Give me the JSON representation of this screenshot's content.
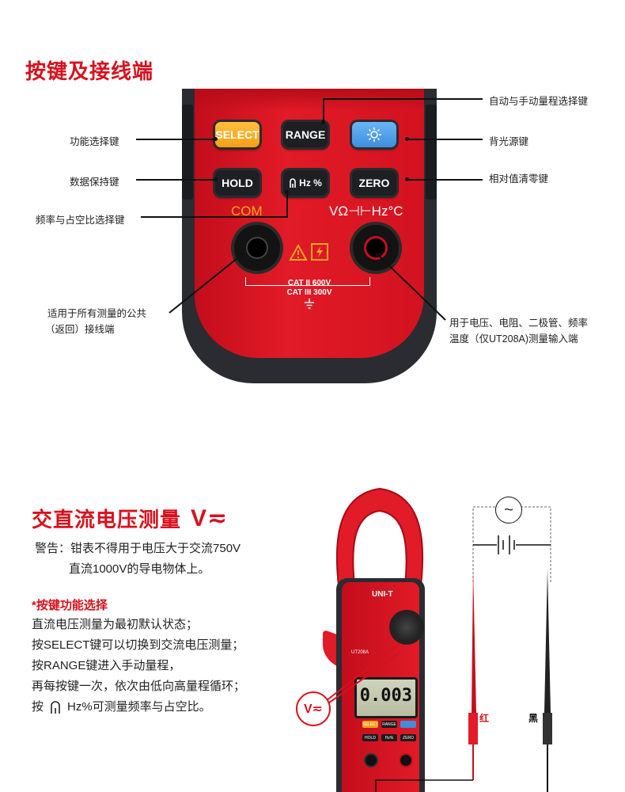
{
  "section1": {
    "title": "按键及接线端",
    "keys": {
      "select": "SELECT",
      "range": "RANGE",
      "hold": "HOLD",
      "hz": "Hz %",
      "zero": "ZERO",
      "light_icon": "sun-icon"
    },
    "com_label": "COM",
    "input_label": "VΩ⊣⊢Hz°C",
    "cat_line1": "CAT II 600V",
    "cat_line2": "CAT III 300V",
    "callouts": {
      "auto_manual_range": "自动与手动量程选择键",
      "function_select": "功能选择键",
      "backlight": "背光源键",
      "data_hold": "数据保持键",
      "relative_zero": "相对值清零键",
      "freq_duty": "频率与占空比选择键",
      "com_line1": "适用于所有测量的公共",
      "com_line2": "（返回）接线端",
      "input_line1": "用于电压、电阻、二极管、频率",
      "input_line2": "温度（仅UT208A)测量输入端"
    }
  },
  "section2": {
    "title": "交直流电压测量",
    "title_symbol": "V≂",
    "warning_label": "警告：",
    "warning_line1": "钳表不得用于电压大于交流750V",
    "warning_line2": "直流1000V的导电物体上。",
    "subheading": "*按键功能选择",
    "lines": [
      "直流电压测量为最初默认状态；",
      "按SELECT键可以切换到交流电压测量；",
      "按RANGE键进入手动量程，",
      "再每按键一次，依次由低向高量程循环；"
    ],
    "last_line_prefix": "按",
    "last_line_suffix": "Hz%可测量频率与占空比。",
    "brand": "UNI-T",
    "model": "UT208A",
    "display_value": "0.003",
    "dial_badge": "V≂",
    "lead_red": "红",
    "lead_black": "黑",
    "colors": {
      "accent": "#d7111d",
      "meter_red": "#e11b27",
      "meter_dark": "#2a2c31"
    }
  }
}
